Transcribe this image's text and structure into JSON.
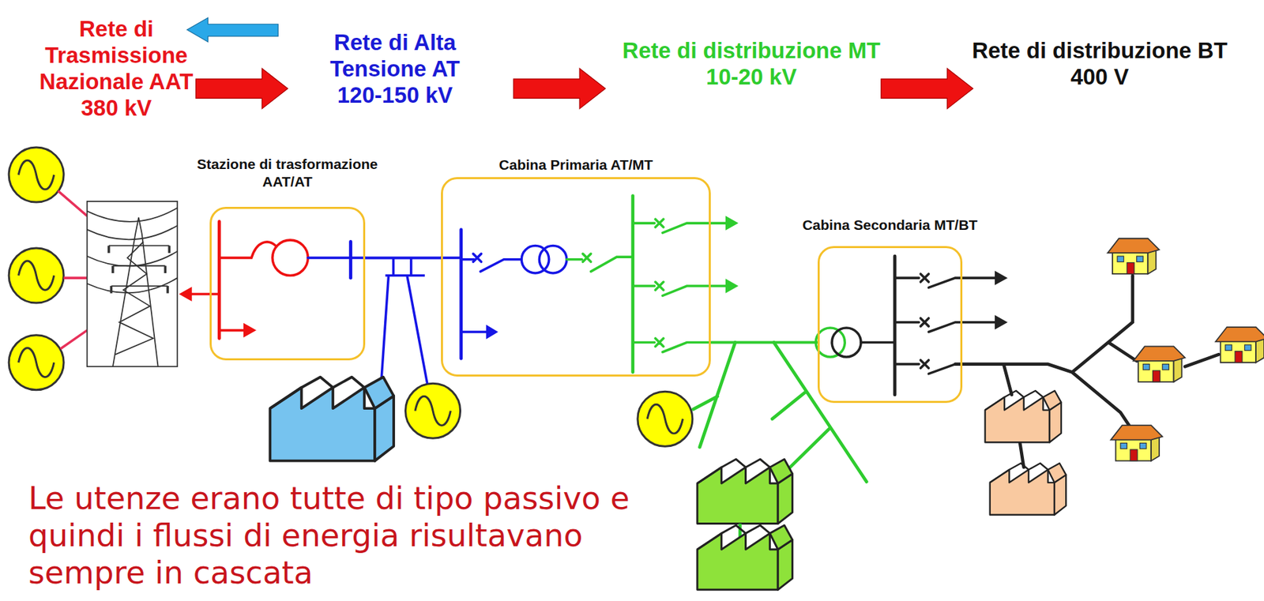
{
  "diagram": {
    "caption": "Le utenze erano tutte di tipo passivo e quindi i flussi di energia risultavano sempre in cascata",
    "nodes": [
      {
        "text": [
          "Stazione di trasformazione AAT/AT"
        ]
      },
      {
        "text": [
          "Cabina Primaria AT/MT"
        ]
      },
      {
        "text": [
          "Cabina Secondaria MT/BT"
        ]
      }
    ],
    "edges": [
      {
        "from": 0,
        "to": 1,
        "arrow": "none"
      },
      {
        "from": 1,
        "to": 2,
        "arrow": "none"
      }
    ],
    "labels": [
      "Rete di Trasmissione Nazionale AAT 380 kV",
      "Rete di Alta Tensione AT 120-150 kV",
      "Rete di distribuzione MT 10-20 kV",
      "Rete di distribuzione BT 400 V"
    ]
  }
}
